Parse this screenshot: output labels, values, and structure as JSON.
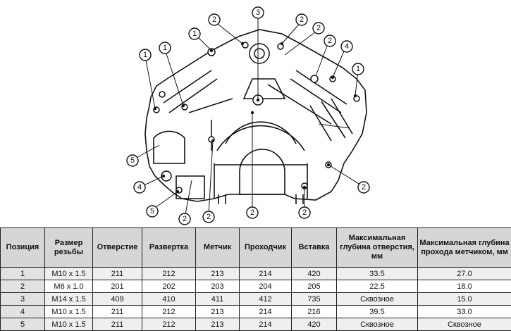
{
  "diagram": {
    "callouts": [
      {
        "id": "c-3-top",
        "label": "3"
      },
      {
        "id": "c-2-a",
        "label": "2"
      },
      {
        "id": "c-2-b",
        "label": "2"
      },
      {
        "id": "c-2-c",
        "label": "2"
      },
      {
        "id": "c-2-d",
        "label": "2"
      },
      {
        "id": "c-1-a",
        "label": "1"
      },
      {
        "id": "c-1-b",
        "label": "1"
      },
      {
        "id": "c-1-c",
        "label": "1"
      },
      {
        "id": "c-4-a",
        "label": "4"
      },
      {
        "id": "c-5-a",
        "label": "5"
      },
      {
        "id": "c-4-b",
        "label": "4"
      },
      {
        "id": "c-5-b",
        "label": "5"
      },
      {
        "id": "c-2-e",
        "label": "2"
      },
      {
        "id": "c-2-f",
        "label": "2"
      },
      {
        "id": "c-2-g",
        "label": "2"
      },
      {
        "id": "c-2-h",
        "label": "2"
      },
      {
        "id": "c-2-i",
        "label": "2"
      },
      {
        "id": "c-1-d",
        "label": "1"
      }
    ]
  },
  "table": {
    "headers": [
      "Позиция",
      "Размер резьбы",
      "Отверстие",
      "Развертка",
      "Метчик",
      "Проходчик",
      "Вставка",
      "Максимальная глубина отверстия, мм",
      "Максимальная глубина прохода метчиком, мм"
    ],
    "rows": [
      [
        "1",
        "M10 x 1.5",
        "211",
        "212",
        "213",
        "214",
        "420",
        "33.5",
        "27.0"
      ],
      [
        "2",
        "M6 x 1.0",
        "201",
        "202",
        "203",
        "204",
        "205",
        "22.5",
        "18.0"
      ],
      [
        "3",
        "M14 x 1.5",
        "409",
        "410",
        "411",
        "412",
        "735",
        "Сквозное",
        "15.0"
      ],
      [
        "4",
        "M10 x 1.5",
        "211",
        "212",
        "213",
        "214",
        "216",
        "39.5",
        "33.0"
      ],
      [
        "5",
        "M10 x 1.5",
        "211",
        "212",
        "213",
        "214",
        "420",
        "Сквозное",
        "Сквозное"
      ]
    ]
  }
}
